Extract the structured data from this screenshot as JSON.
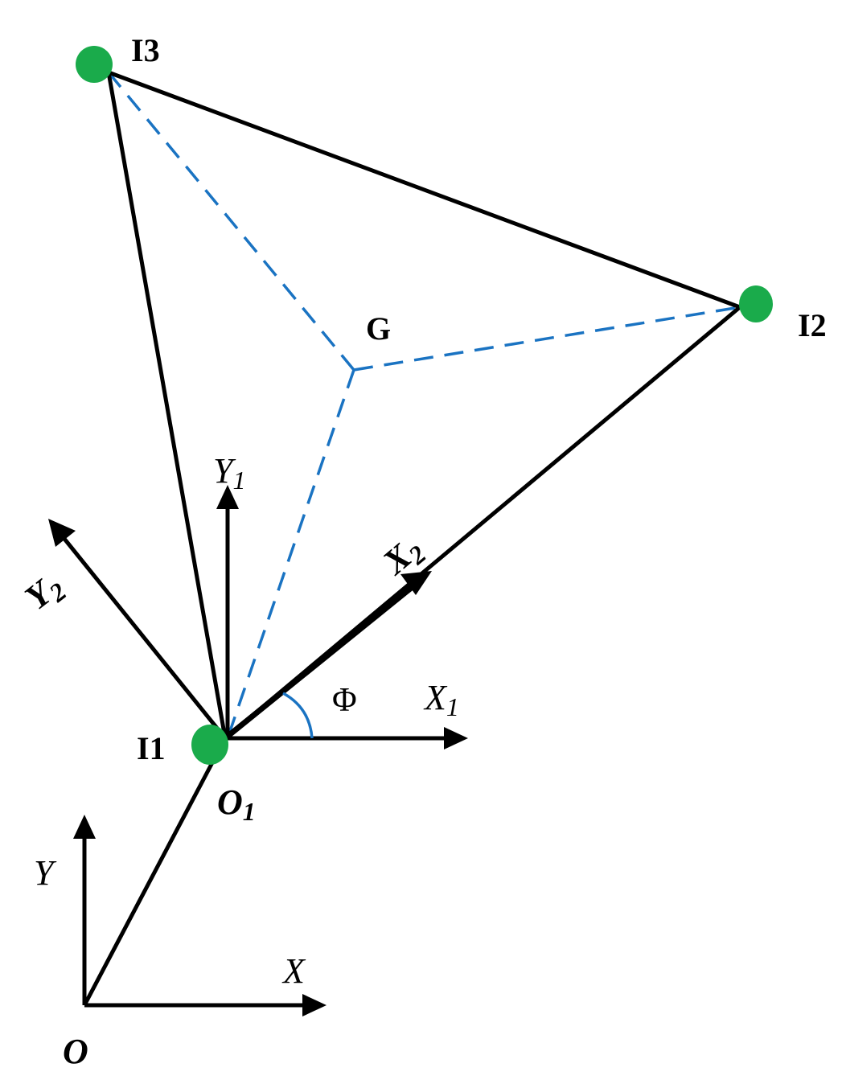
{
  "colors": {
    "line": "#000000",
    "dashed": "#1a73c2",
    "node": "#1aab4b",
    "background": "#ffffff"
  },
  "labels": {
    "I1": "I1",
    "I2": "I2",
    "I3": "I3",
    "G": "G",
    "O": "O",
    "O1_main": "O",
    "O1_sub": "1",
    "X": "X",
    "Y": "Y",
    "X1_main": "X",
    "X1_sub": "1",
    "Y1_main": "Y",
    "Y1_sub": "1",
    "X2_main": "X",
    "X2_sub": "2",
    "Y2_main": "Y",
    "Y2_sub": "2",
    "phi": "Φ"
  }
}
